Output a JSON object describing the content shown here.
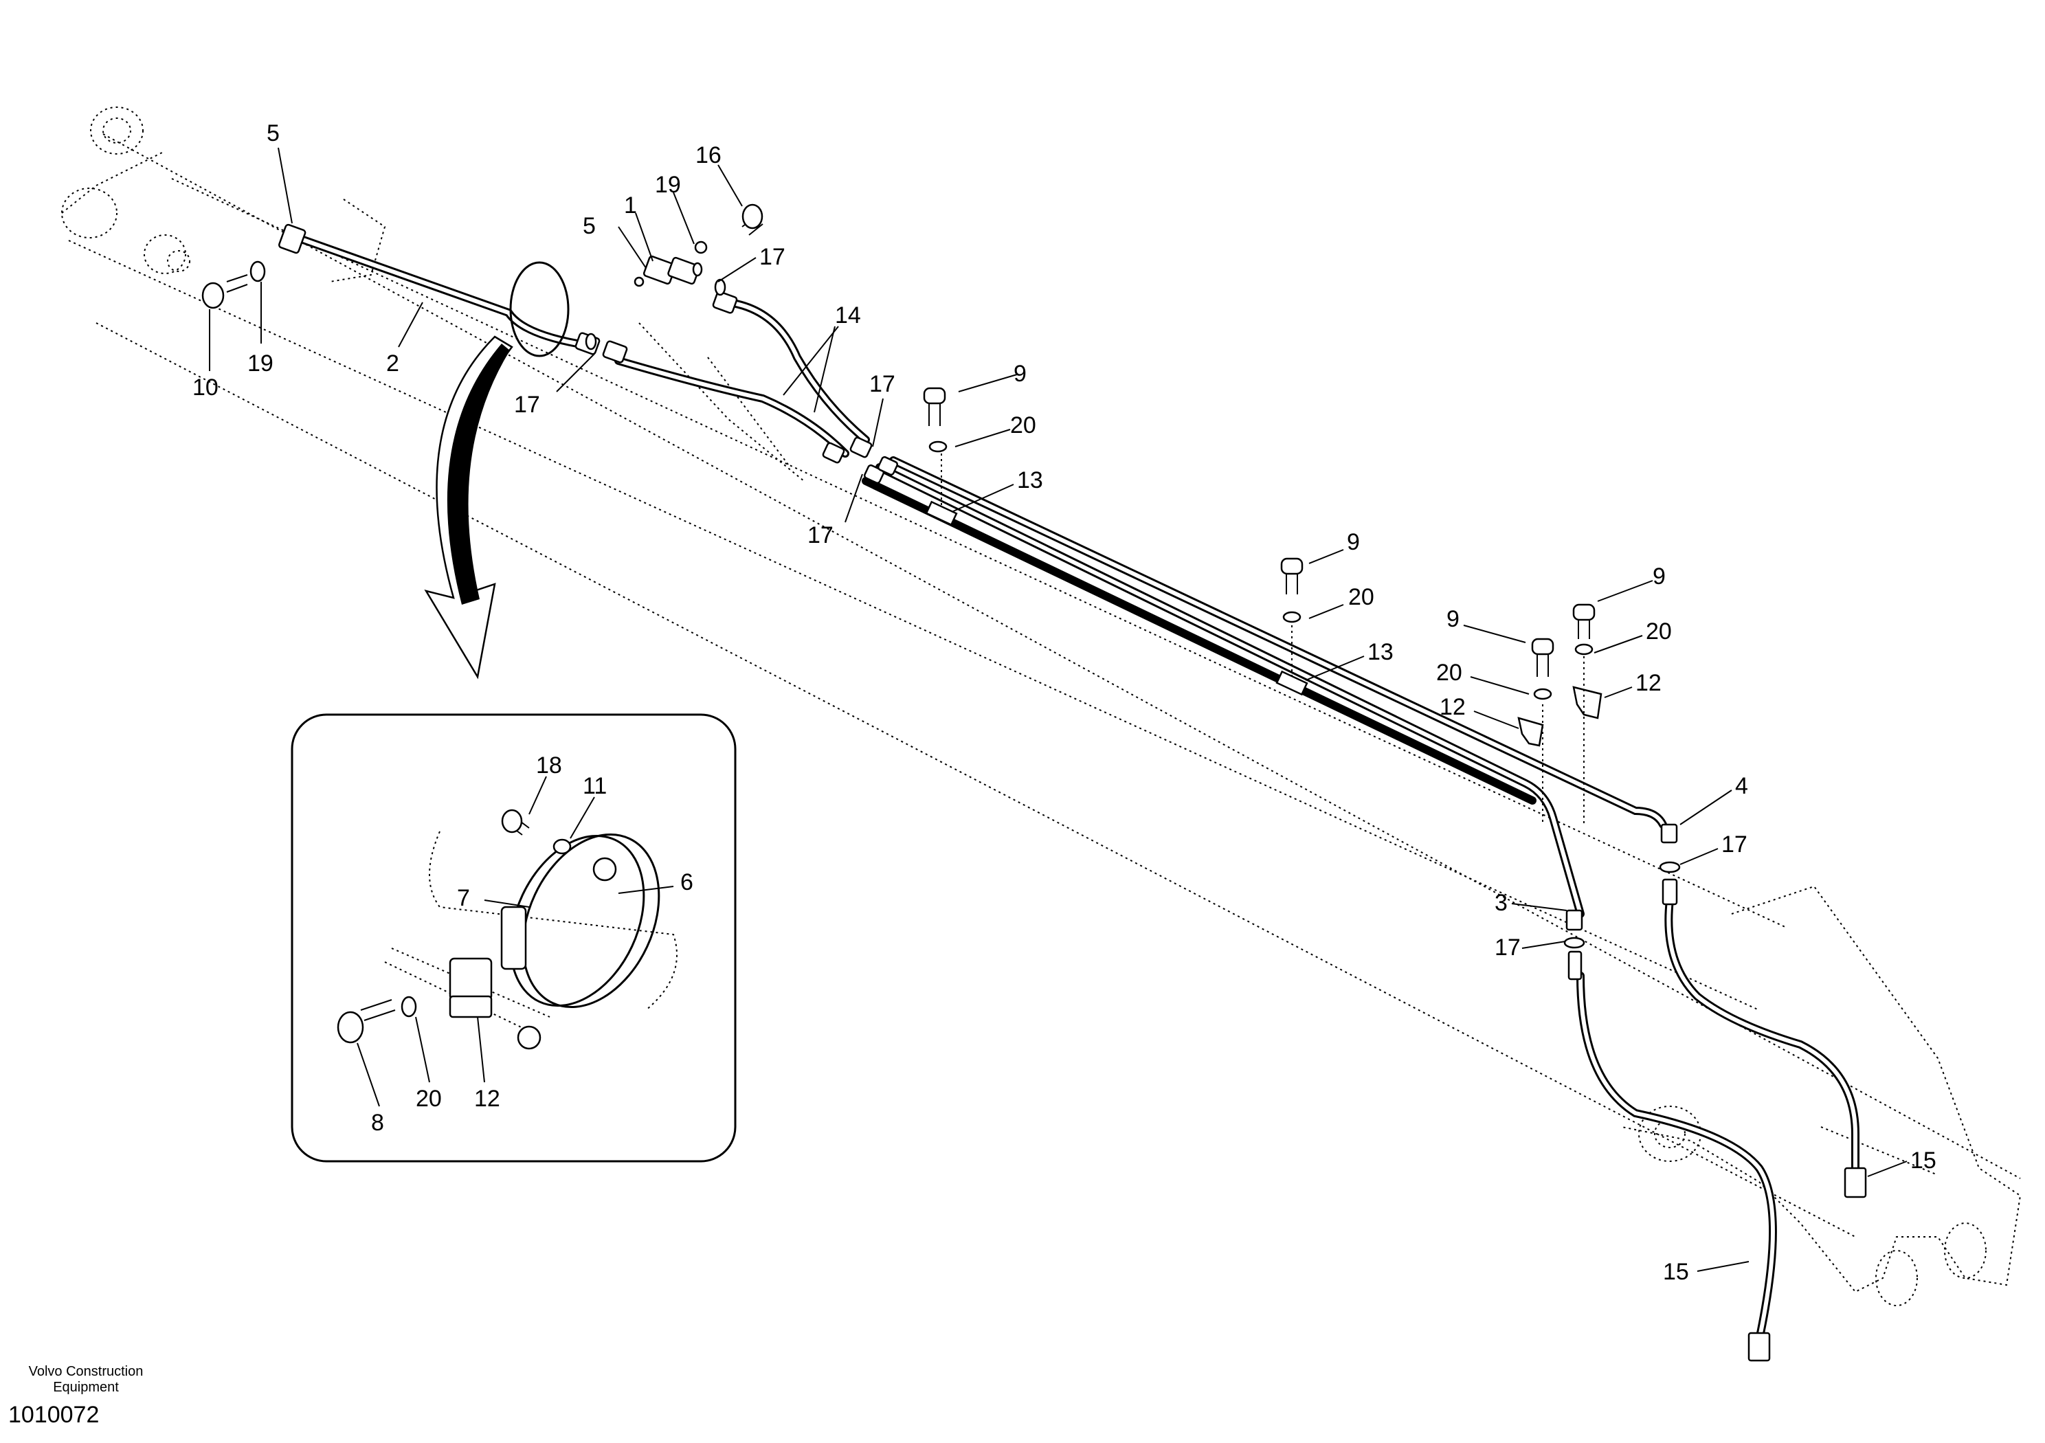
{
  "company_line1": "Volvo Construction",
  "company_line2": "Equipment",
  "drawing_number": "1010072",
  "labels": [
    {
      "id": "l5a",
      "text": "5"
    },
    {
      "id": "l10",
      "text": "10"
    },
    {
      "id": "l19a",
      "text": "19"
    },
    {
      "id": "l2",
      "text": "2"
    },
    {
      "id": "l5b",
      "text": "5"
    },
    {
      "id": "l1",
      "text": "1"
    },
    {
      "id": "l19b",
      "text": "19"
    },
    {
      "id": "l16",
      "text": "16"
    },
    {
      "id": "l17a",
      "text": "17"
    },
    {
      "id": "l17b",
      "text": "17"
    },
    {
      "id": "l14",
      "text": "14"
    },
    {
      "id": "l17c",
      "text": "17"
    },
    {
      "id": "l17d",
      "text": "17"
    },
    {
      "id": "l9a",
      "text": "9"
    },
    {
      "id": "l20a",
      "text": "20"
    },
    {
      "id": "l13a",
      "text": "13"
    },
    {
      "id": "l9b",
      "text": "9"
    },
    {
      "id": "l20b",
      "text": "20"
    },
    {
      "id": "l13b",
      "text": "13"
    },
    {
      "id": "l9c",
      "text": "9"
    },
    {
      "id": "l9d",
      "text": "9"
    },
    {
      "id": "l20c",
      "text": "20"
    },
    {
      "id": "l20d",
      "text": "20"
    },
    {
      "id": "l12a",
      "text": "12"
    },
    {
      "id": "l12b",
      "text": "12"
    },
    {
      "id": "l4",
      "text": "4"
    },
    {
      "id": "l17e",
      "text": "17"
    },
    {
      "id": "l3",
      "text": "3"
    },
    {
      "id": "l17f",
      "text": "17"
    },
    {
      "id": "l15a",
      "text": "15"
    },
    {
      "id": "l15b",
      "text": "15"
    },
    {
      "id": "l18",
      "text": "18"
    },
    {
      "id": "l11",
      "text": "11"
    },
    {
      "id": "l6",
      "text": "6"
    },
    {
      "id": "l7",
      "text": "7"
    },
    {
      "id": "l8",
      "text": "8"
    },
    {
      "id": "l20e",
      "text": "20"
    },
    {
      "id": "l12c",
      "text": "12"
    }
  ]
}
